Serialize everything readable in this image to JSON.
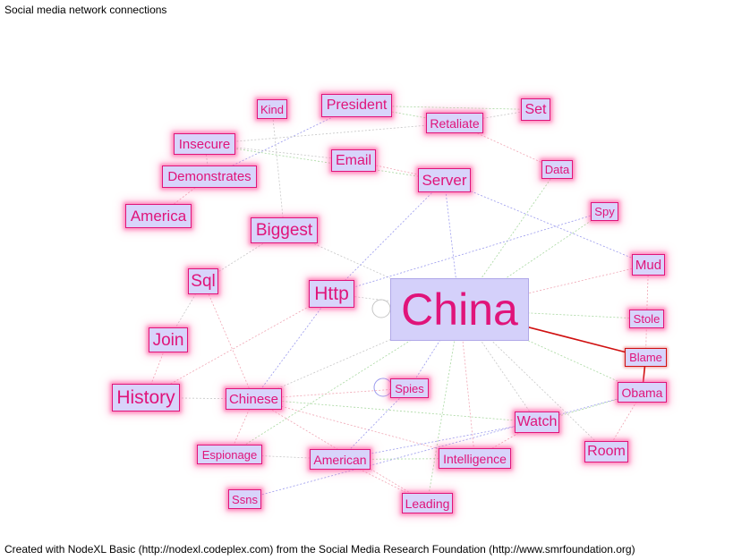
{
  "title": "Social media network connections",
  "credit": "Created with NodeXL Basic (http://nodexl.codeplex.com) from the Social Media Research Foundation (http://www.smrfoundation.org)",
  "colors": {
    "node_fill": "#d8d4fb",
    "node_border": "#e0147a",
    "node_text": "#e0147a",
    "edge_blue": "#9a9aee",
    "edge_pink": "#f0a6b4",
    "edge_green": "#a8d8a0",
    "edge_gray": "#c6c6c6",
    "edge_red": "#d01010"
  },
  "nodes": [
    {
      "id": "china",
      "label": "China"
    },
    {
      "id": "kind",
      "label": "Kind"
    },
    {
      "id": "president",
      "label": "President"
    },
    {
      "id": "set",
      "label": "Set"
    },
    {
      "id": "retaliate",
      "label": "Retaliate"
    },
    {
      "id": "insecure",
      "label": "Insecure"
    },
    {
      "id": "email",
      "label": "Email"
    },
    {
      "id": "data",
      "label": "Data"
    },
    {
      "id": "demonstrates",
      "label": "Demonstrates"
    },
    {
      "id": "server",
      "label": "Server"
    },
    {
      "id": "america",
      "label": "America"
    },
    {
      "id": "spy",
      "label": "Spy"
    },
    {
      "id": "biggest",
      "label": "Biggest"
    },
    {
      "id": "mud",
      "label": "Mud"
    },
    {
      "id": "sql",
      "label": "Sql"
    },
    {
      "id": "http",
      "label": "Http"
    },
    {
      "id": "stole",
      "label": "Stole"
    },
    {
      "id": "join",
      "label": "Join"
    },
    {
      "id": "blame",
      "label": "Blame"
    },
    {
      "id": "history",
      "label": "History"
    },
    {
      "id": "spies",
      "label": "Spies"
    },
    {
      "id": "obama",
      "label": "Obama"
    },
    {
      "id": "chinese",
      "label": "Chinese"
    },
    {
      "id": "watch",
      "label": "Watch"
    },
    {
      "id": "room",
      "label": "Room"
    },
    {
      "id": "espionage",
      "label": "Espionage"
    },
    {
      "id": "american",
      "label": "American"
    },
    {
      "id": "intelligence",
      "label": "Intelligence"
    },
    {
      "id": "ssns",
      "label": "Ssns"
    },
    {
      "id": "leading",
      "label": "Leading"
    }
  ],
  "edges": [
    {
      "from": "china",
      "to": "blame",
      "color": "red",
      "weight": 2
    },
    {
      "from": "blame",
      "to": "obama",
      "color": "red",
      "weight": 2
    },
    {
      "from": "china",
      "to": "server",
      "color": "blue",
      "weight": 1
    },
    {
      "from": "china",
      "to": "http",
      "color": "gray",
      "weight": 1
    },
    {
      "from": "china",
      "to": "spy",
      "color": "green",
      "weight": 1
    },
    {
      "from": "china",
      "to": "stole",
      "color": "green",
      "weight": 1
    },
    {
      "from": "china",
      "to": "obama",
      "color": "green",
      "weight": 1
    },
    {
      "from": "china",
      "to": "mud",
      "color": "pink",
      "weight": 1
    },
    {
      "from": "china",
      "to": "data",
      "color": "green",
      "weight": 1
    },
    {
      "from": "china",
      "to": "watch",
      "color": "gray",
      "weight": 1
    },
    {
      "from": "china",
      "to": "spies",
      "color": "blue",
      "weight": 1
    },
    {
      "from": "china",
      "to": "chinese",
      "color": "gray",
      "weight": 1
    },
    {
      "from": "china",
      "to": "leading",
      "color": "green",
      "weight": 1
    },
    {
      "from": "china",
      "to": "room",
      "color": "gray",
      "weight": 1
    },
    {
      "from": "china",
      "to": "intelligence",
      "color": "pink",
      "weight": 1
    },
    {
      "from": "china",
      "to": "biggest",
      "color": "gray",
      "weight": 1
    },
    {
      "from": "china",
      "to": "espionage",
      "color": "green",
      "weight": 1
    },
    {
      "from": "server",
      "to": "email",
      "color": "pink",
      "weight": 1
    },
    {
      "from": "server",
      "to": "mud",
      "color": "blue",
      "weight": 1
    },
    {
      "from": "server",
      "to": "http",
      "color": "blue",
      "weight": 1
    },
    {
      "from": "president",
      "to": "set",
      "color": "green",
      "weight": 1
    },
    {
      "from": "president",
      "to": "retaliate",
      "color": "green",
      "weight": 1
    },
    {
      "from": "president",
      "to": "demonstrates",
      "color": "blue",
      "weight": 1
    },
    {
      "from": "retaliate",
      "to": "data",
      "color": "pink",
      "weight": 1
    },
    {
      "from": "retaliate",
      "to": "set",
      "color": "gray",
      "weight": 1
    },
    {
      "from": "insecure",
      "to": "retaliate",
      "color": "gray",
      "weight": 1
    },
    {
      "from": "insecure",
      "to": "email",
      "color": "gray",
      "weight": 1
    },
    {
      "from": "insecure",
      "to": "demonstrates",
      "color": "gray",
      "weight": 1
    },
    {
      "from": "insecure",
      "to": "server",
      "color": "green",
      "weight": 1
    },
    {
      "from": "demonstrates",
      "to": "america",
      "color": "pink",
      "weight": 1
    },
    {
      "from": "kind",
      "to": "biggest",
      "color": "gray",
      "weight": 1
    },
    {
      "from": "biggest",
      "to": "sql",
      "color": "gray",
      "weight": 1
    },
    {
      "from": "http",
      "to": "spy",
      "color": "blue",
      "weight": 1
    },
    {
      "from": "http",
      "to": "history",
      "color": "pink",
      "weight": 1
    },
    {
      "from": "http",
      "to": "chinese",
      "color": "blue",
      "weight": 1
    },
    {
      "from": "sql",
      "to": "join",
      "color": "gray",
      "weight": 1
    },
    {
      "from": "sql",
      "to": "chinese",
      "color": "pink",
      "weight": 1
    },
    {
      "from": "join",
      "to": "history",
      "color": "pink",
      "weight": 1
    },
    {
      "from": "history",
      "to": "chinese",
      "color": "gray",
      "weight": 1
    },
    {
      "from": "chinese",
      "to": "spies",
      "color": "pink",
      "weight": 1
    },
    {
      "from": "chinese",
      "to": "espionage",
      "color": "pink",
      "weight": 1
    },
    {
      "from": "chinese",
      "to": "intelligence",
      "color": "pink",
      "weight": 1
    },
    {
      "from": "chinese",
      "to": "leading",
      "color": "pink",
      "weight": 1
    },
    {
      "from": "chinese",
      "to": "watch",
      "color": "green",
      "weight": 1
    },
    {
      "from": "spies",
      "to": "american",
      "color": "blue",
      "weight": 1
    },
    {
      "from": "espionage",
      "to": "american",
      "color": "gray",
      "weight": 1
    },
    {
      "from": "american",
      "to": "intelligence",
      "color": "green",
      "weight": 1
    },
    {
      "from": "american",
      "to": "leading",
      "color": "pink",
      "weight": 1
    },
    {
      "from": "american",
      "to": "watch",
      "color": "blue",
      "weight": 1
    },
    {
      "from": "ssns",
      "to": "obama",
      "color": "blue",
      "weight": 1
    },
    {
      "from": "watch",
      "to": "intelligence",
      "color": "pink",
      "weight": 1
    },
    {
      "from": "obama",
      "to": "watch",
      "color": "green",
      "weight": 1
    },
    {
      "from": "obama",
      "to": "room",
      "color": "pink",
      "weight": 1
    },
    {
      "from": "mud",
      "to": "stole",
      "color": "pink",
      "weight": 1
    },
    {
      "from": "stole",
      "to": "blame",
      "color": "pink",
      "weight": 1
    }
  ]
}
